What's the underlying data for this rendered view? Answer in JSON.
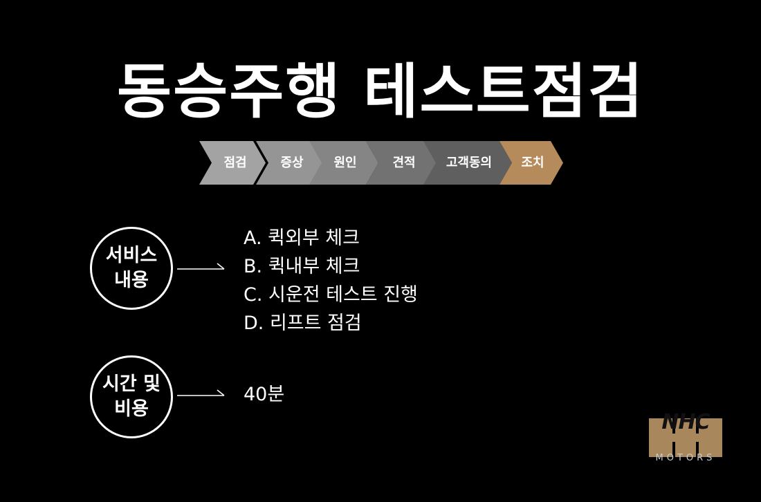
{
  "title": "동승주행 테스트점검",
  "steps": [
    {
      "label": "점검",
      "color": "#a3a3a3"
    },
    {
      "label": "증상",
      "color": "#959595"
    },
    {
      "label": "원인",
      "color": "#858585"
    },
    {
      "label": "견적",
      "color": "#727272"
    },
    {
      "label": "고객동의",
      "color": "#5f5f5f"
    },
    {
      "label": "조치",
      "color": "#b58b5c"
    }
  ],
  "service": {
    "circle_line1": "서비스",
    "circle_line2": "내용",
    "items": [
      "A. 퀵외부 체크",
      "B. 퀵내부 체크",
      "C. 시운전 테스트 진행",
      "D. 리프트 점검"
    ]
  },
  "time_cost": {
    "circle_line1": "시간 및",
    "circle_line2": "비용",
    "value": "40분"
  },
  "logo": {
    "mark": "NHC",
    "sub": "MOTORS",
    "color": "#a8875c"
  }
}
